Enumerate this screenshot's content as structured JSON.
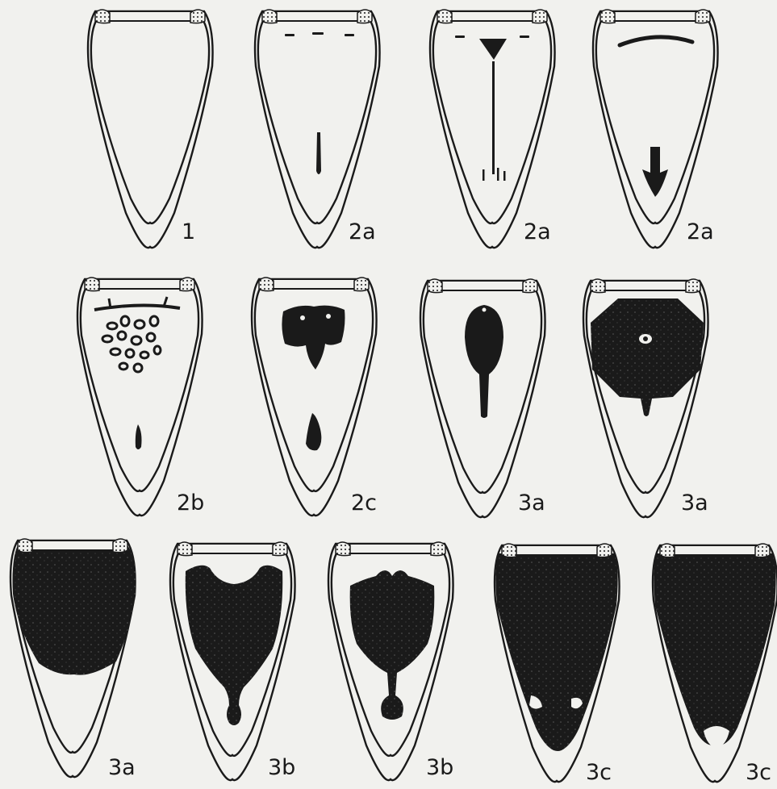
{
  "figure": {
    "ink_color": "#1a1a1a",
    "paper_color": "#f1f1ee",
    "panels": [
      {
        "id": "p1",
        "label": "1",
        "fill": "none"
      },
      {
        "id": "p2",
        "label": "2a",
        "fill": "streak"
      },
      {
        "id": "p3",
        "label": "2a",
        "fill": "cross-line"
      },
      {
        "id": "p4",
        "label": "2a",
        "fill": "arc-arrow"
      },
      {
        "id": "p5",
        "label": "2b",
        "fill": "spots"
      },
      {
        "id": "p6",
        "label": "2c",
        "fill": "crown-blot"
      },
      {
        "id": "p7",
        "label": "3a",
        "fill": "drop"
      },
      {
        "id": "p8",
        "label": "3a",
        "fill": "octagon"
      },
      {
        "id": "p9",
        "label": "3a",
        "fill": "upper-full"
      },
      {
        "id": "p10",
        "label": "3b",
        "fill": "flask"
      },
      {
        "id": "p11",
        "label": "3b",
        "fill": "flask-knob"
      },
      {
        "id": "p12",
        "label": "3c",
        "fill": "full-notched"
      },
      {
        "id": "p13",
        "label": "3c",
        "fill": "full"
      }
    ]
  }
}
